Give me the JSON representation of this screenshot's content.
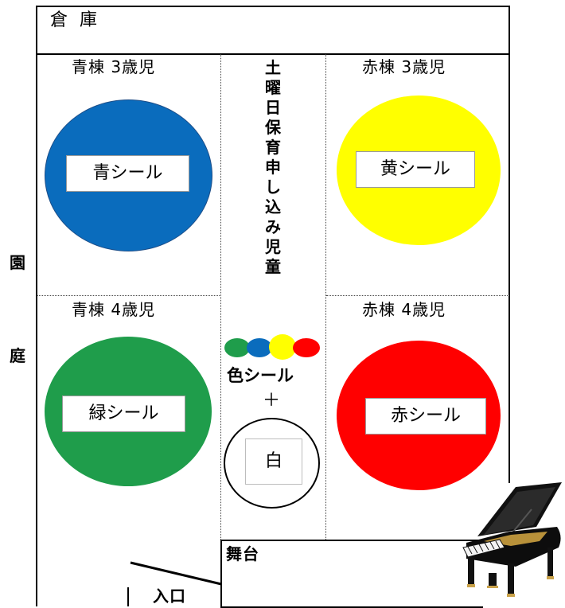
{
  "storage_label": "倉 庫",
  "rooms": {
    "blue3": {
      "title": "青棟 3歳児",
      "sticker": "青シール",
      "color": "#0a6cbd"
    },
    "red3": {
      "title": "赤棟 3歳児",
      "sticker": "黄シール",
      "color": "#ffff00"
    },
    "blue4": {
      "title": "青棟 4歳児",
      "sticker": "緑シール",
      "color": "#1f9d4b"
    },
    "red4": {
      "title": "赤棟 4歳児",
      "sticker": "赤シール",
      "color": "#ff0000"
    }
  },
  "saturday_label": [
    "土",
    "曜",
    "日",
    "保",
    "育",
    "申",
    "し",
    "込",
    "み",
    "児",
    "童"
  ],
  "color_dots": [
    "#1f9d4b",
    "#0a6cbd",
    "#ffff00",
    "#ff0000"
  ],
  "color_sticker_label": "色シール",
  "plus_sign": "＋",
  "white_label": "白",
  "garden_label": [
    "園",
    "庭"
  ],
  "stage_label": "舞台",
  "entrance_label": "入口",
  "piano": {
    "icon": "piano-icon"
  }
}
